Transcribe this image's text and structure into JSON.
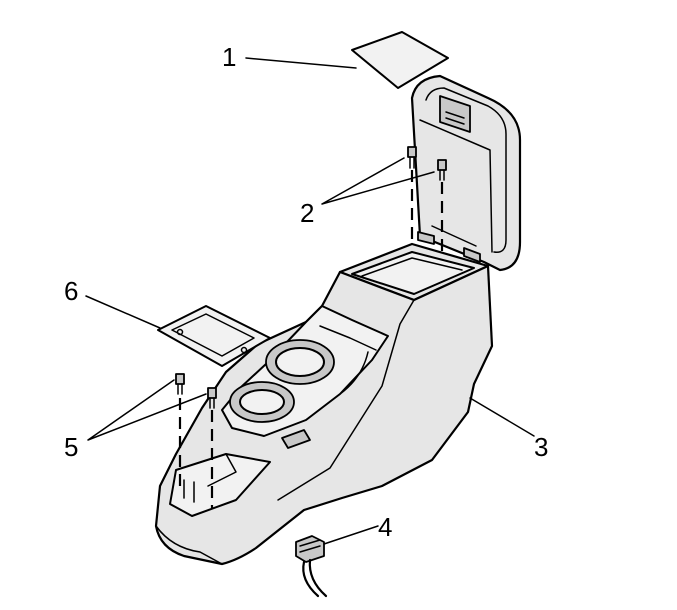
{
  "diagram": {
    "callouts": [
      {
        "id": "1",
        "label": "1"
      },
      {
        "id": "2",
        "label": "2"
      },
      {
        "id": "3",
        "label": "3"
      },
      {
        "id": "4",
        "label": "4"
      },
      {
        "id": "5",
        "label": "5"
      },
      {
        "id": "6",
        "label": "6"
      }
    ],
    "colors": {
      "line": "#000000",
      "panel_fill": "#e6e6e6",
      "background": "#ffffff"
    }
  }
}
